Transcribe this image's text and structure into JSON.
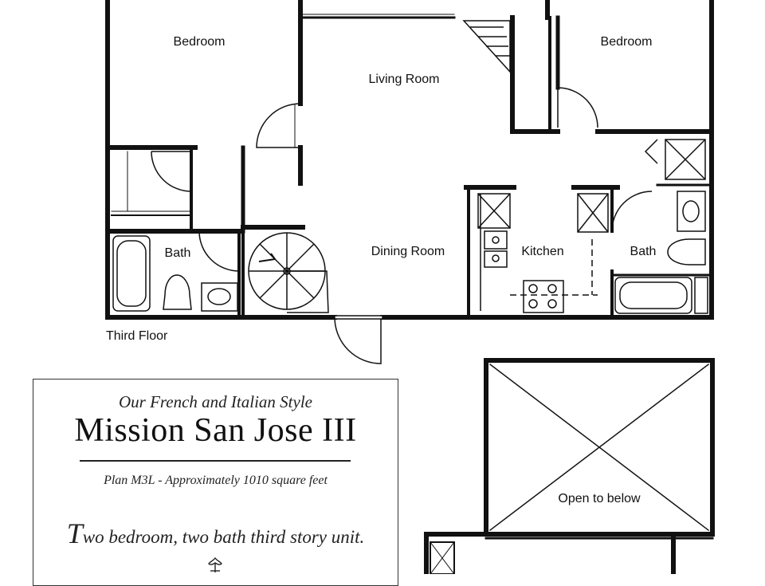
{
  "floorplan": {
    "rooms": {
      "bedroom_left": "Bedroom",
      "bedroom_right": "Bedroom",
      "living_room": "Living Room",
      "dining_room": "Dining Room",
      "kitchen": "Kitchen",
      "bath_left": "Bath",
      "bath_right": "Bath",
      "open_to_below": "Open to below"
    },
    "floor_label": "Third Floor"
  },
  "info_card": {
    "subtitle": "Our French and Italian Style",
    "title": "Mission San Jose III",
    "plan_line": "Plan M3L - Approximately 1010 square feet",
    "description_first": "T",
    "description_rest": "wo bedroom, two bath third story unit."
  },
  "colors": {
    "wall": "#111111",
    "line": "#222222",
    "background": "#ffffff"
  },
  "icons": [
    "spiral-staircase-icon",
    "ornament-icon"
  ]
}
